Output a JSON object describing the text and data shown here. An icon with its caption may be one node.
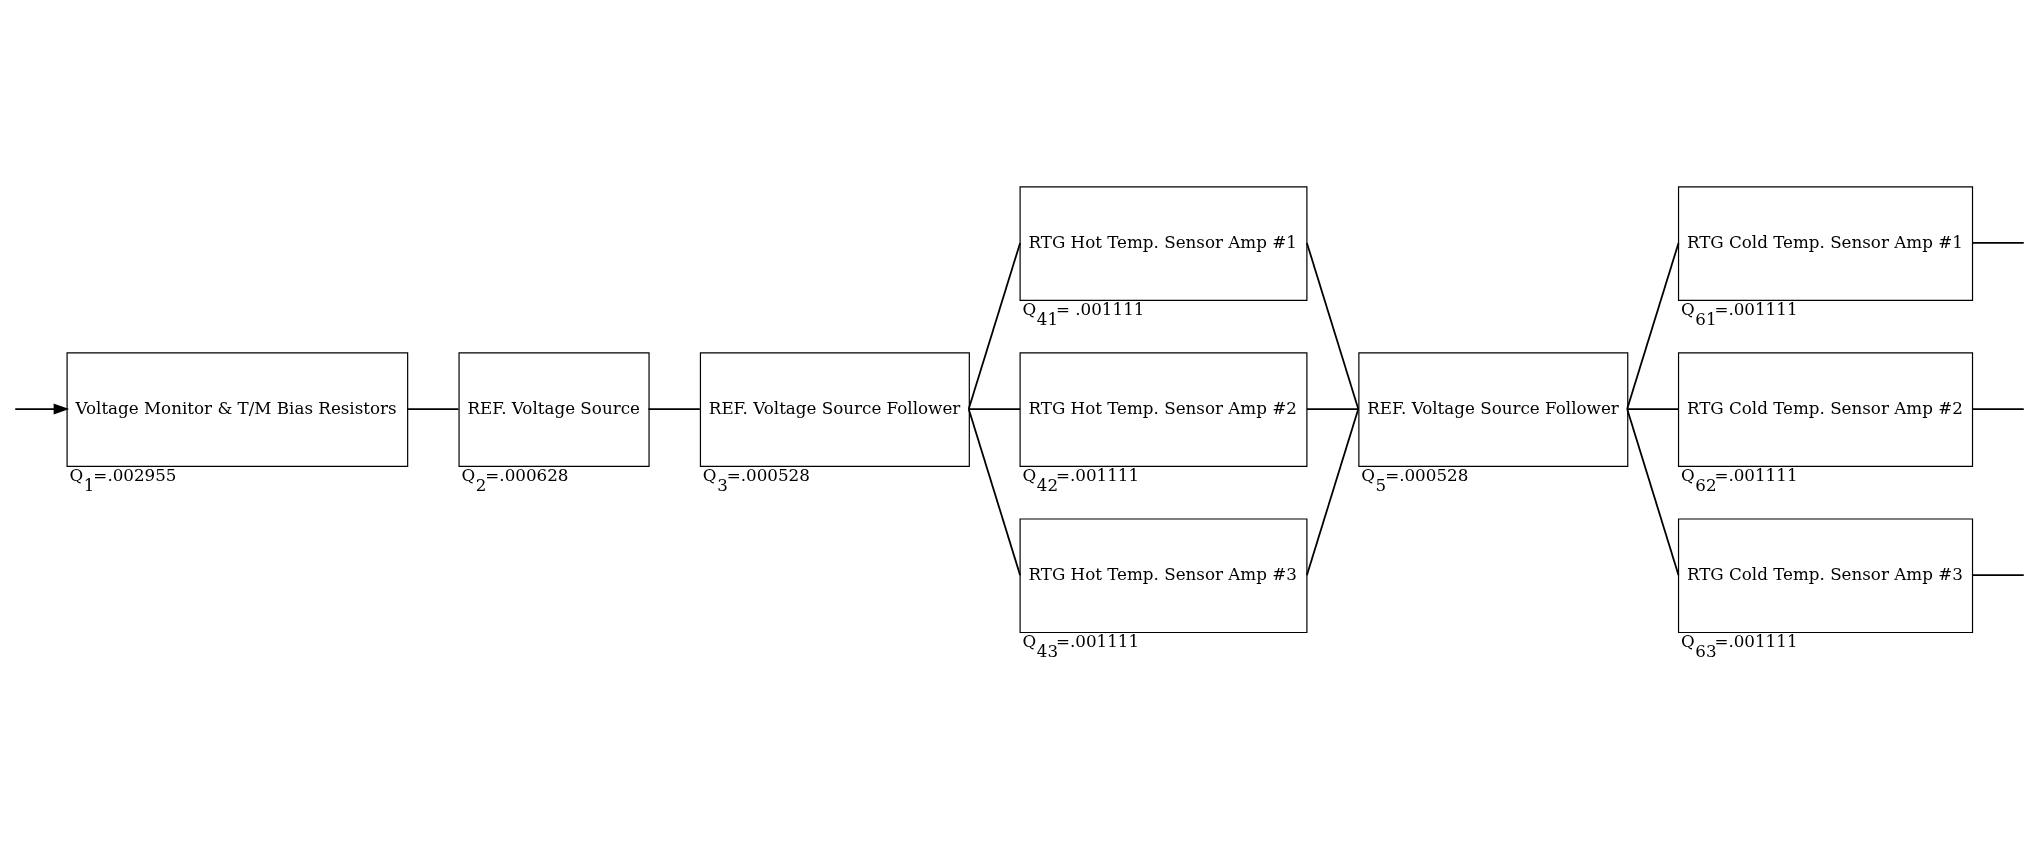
{
  "diagram": {
    "nodes": [
      {
        "text": [
          "Voltage Monitor & T/M Bias Resistors"
        ],
        "beside": [
          "Q$_{1}$=.002955"
        ]
      },
      {
        "text": [
          "REF. Voltage Source"
        ],
        "beside": [
          "Q$_{2}$=.000628"
        ]
      },
      {
        "text": [
          "REF. Voltage Source Follower"
        ],
        "beside": [
          "Q$_{3}$=.000528"
        ]
      },
      {
        "text": [
          "RTG Hot Temp. Sensor Amp #1"
        ],
        "beside": [
          "Q$_{41}$= .001111"
        ]
      },
      {
        "text": [
          "RTG Hot Temp. Sensor Amp #2"
        ],
        "beside": [
          "Q$_{42}$=.001111"
        ]
      },
      {
        "text": [
          "RTG Hot Temp. Sensor Amp #3"
        ],
        "beside": [
          "Q$_{43}$=.001111"
        ]
      },
      {
        "text": [
          "REF. Voltage Source Follower"
        ],
        "beside": [
          "Q$_{5}$=.000528"
        ]
      },
      {
        "text": [
          "RTG Cold Temp. Sensor Amp #1"
        ],
        "beside": [
          "Q$_{61}$=.001111"
        ]
      },
      {
        "text": [
          "RTG Cold Temp. Sensor Amp #2"
        ],
        "beside": [
          "Q$_{62}$=.001111"
        ]
      },
      {
        "text": [
          "RTG Cold Temp. Sensor Amp #3"
        ],
        "beside": [
          "Q$_{63}$=.001111"
        ]
      }
    ],
    "edges": [
      {
        "from": null,
        "to": 0,
        "arrow": "to"
      },
      {
        "from": 0,
        "to": 1,
        "arrow": "none"
      },
      {
        "from": 1,
        "to": 2,
        "arrow": "none"
      },
      {
        "from": 2,
        "to": 3,
        "arrow": "none"
      },
      {
        "from": 2,
        "to": 4,
        "arrow": "none"
      },
      {
        "from": 2,
        "to": 5,
        "arrow": "none"
      },
      {
        "from": 3,
        "to": 6,
        "arrow": "none"
      },
      {
        "from": 4,
        "to": 6,
        "arrow": "none"
      },
      {
        "from": 5,
        "to": 6,
        "arrow": "none"
      },
      {
        "from": 6,
        "to": 7,
        "arrow": "none"
      },
      {
        "from": 6,
        "to": 8,
        "arrow": "none"
      },
      {
        "from": 6,
        "to": 9,
        "arrow": "none"
      },
      {
        "from": 7,
        "to": null,
        "arrow": "none"
      },
      {
        "from": 8,
        "to": null,
        "arrow": "none"
      },
      {
        "from": 9,
        "to": null,
        "arrow": "none"
      }
    ]
  }
}
